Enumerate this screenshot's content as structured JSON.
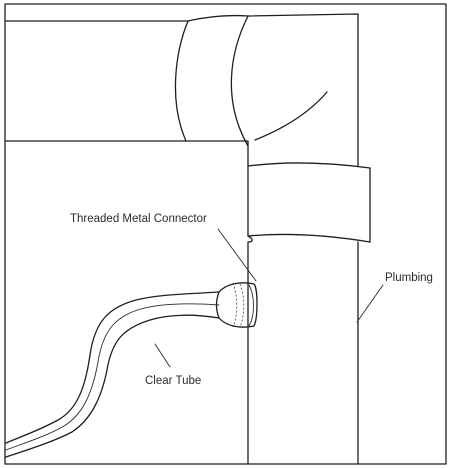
{
  "labels": {
    "connector": "Threaded Metal Connector",
    "plumbing": "Plumbing",
    "tube": "Clear Tube"
  },
  "colors": {
    "line": "#1f1f1f",
    "background": "#ffffff"
  }
}
